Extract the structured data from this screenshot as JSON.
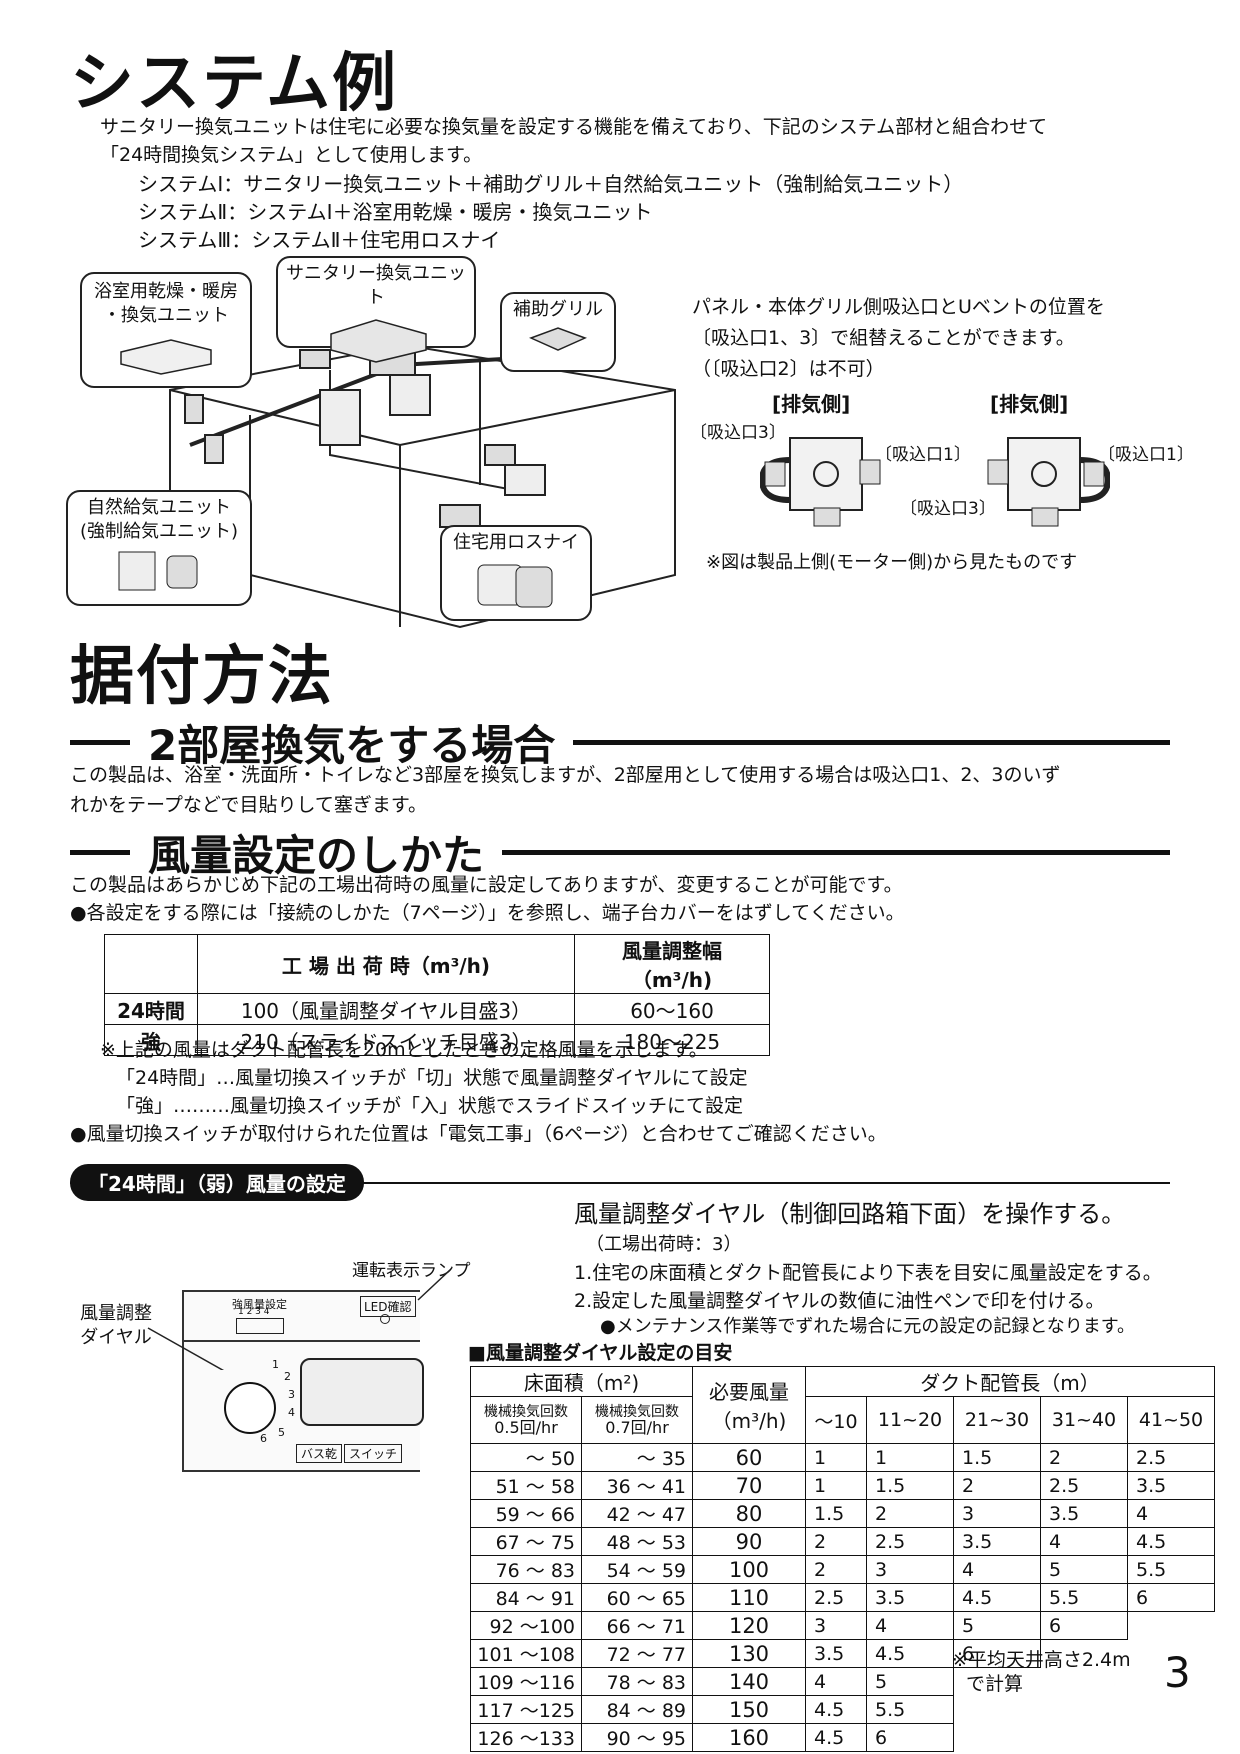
{
  "system_example": {
    "title": "システム例",
    "intro_line1": "サニタリー換気ユニットは住宅に必要な換気量を設定する機能を備えており、下記のシステム部材と組合わせて",
    "intro_line2": "「24時間換気システム」として使用します。",
    "systems": [
      "システムⅠ：サニタリー換気ユニット＋補助グリル＋自然給気ユニット（強制給気ユニット）",
      "システムⅡ：システムⅠ＋浴室用乾燥・暖房・換気ユニット",
      "システムⅢ：システムⅡ＋住宅用ロスナイ"
    ],
    "diagram_labels": {
      "bath_unit_line1": "浴室用乾燥・暖房",
      "bath_unit_line2": "・換気ユニット",
      "sanitary_unit": "サニタリー換気ユニット",
      "aux_grill": "補助グリル",
      "natural_supply_line1": "自然給気ユニット",
      "natural_supply_line2": "(強制給気ユニット)",
      "lossnay": "住宅用ロスナイ"
    },
    "panel_note_line1": "パネル・本体グリル側吸込口とUベントの位置を",
    "panel_note_line2": "〔吸込口1、3〕で組替えることができます。",
    "panel_note_line3": "（〔吸込口2〕は不可）",
    "exhaust_side": "[排気側]",
    "inlet1": "〔吸込口1〕",
    "inlet3": "〔吸込口3〕",
    "view_note": "※図は製品上側(モーター側)から見たものです"
  },
  "installation": {
    "title": "据付方法",
    "two_room_heading": "2部屋換気をする場合",
    "two_room_line1": "この製品は、浴室・洗面所・トイレなど3部屋を換気しますが、2部屋用として使用する場合は吸込口1、2、3のいず",
    "two_room_line2": "れかをテープなどで目貼りして塞ぎます。",
    "airflow_heading": "風量設定のしかた",
    "airflow_line1": "この製品はあらかじめ下記の工場出荷時の風量に設定してありますが、変更することが可能です。",
    "airflow_line2": "●各設定をする際には「接続のしかた（7ページ）」を参照し、端子台カバーをはずしてください。"
  },
  "factory_table": {
    "headers": [
      "",
      "工 場 出 荷 時（m³/h)",
      "風量調整幅（m³/h)"
    ],
    "rows": [
      [
        "24時間",
        "100（風量調整ダイヤル目盛3）",
        "60～160"
      ],
      [
        "強",
        "210（スライドスイッチ目盛3）",
        "180～225"
      ]
    ]
  },
  "notes": [
    "※上記の風量はダクト配管長を20mとしたときの定格風量を示します。",
    "「24時間」…風量切換スイッチが「切」状態で風量調整ダイヤルにて設定",
    "「強」………風量切換スイッチが「入」状態でスライドスイッチにて設定",
    "●風量切換スイッチが取付けられた位置は「電気工事」（6ページ）と合わせてご確認ください。"
  ],
  "setting24": {
    "pill": "「24時間」（弱）風量の設定",
    "instruction": "風量調整ダイヤル（制御回路箱下面）を操作する。",
    "factory": "（工場出荷時：3）",
    "step1": "1.住宅の床面積とダクト配管長により下表を目安に風量設定をする。",
    "step2": "2.設定した風量調整ダイヤルの数値に油性ペンで印を付ける。",
    "step2_note": "●メンテナンス作業等でずれた場合に元の設定の記録となります。",
    "table_title": "■風量調整ダイヤル設定の目安",
    "lamp_label": "運転表示ランプ",
    "dial_label_line1": "風量調整",
    "dial_label_line2": "ダイヤル",
    "panel_small_label": "強風量設定",
    "panel_small_digits": "1 2 3 4",
    "led_label": "LED確認",
    "dial_numbers": [
      "1",
      "2",
      "3",
      "4",
      "5",
      "6"
    ],
    "terminal_labels": [
      "バス乾",
      "スイッチ"
    ]
  },
  "dial_table": {
    "floor_area": "床面積（m²)",
    "col_05": "機械換気回数",
    "col_05b": "0.5回/hr",
    "col_07": "機械換気回数",
    "col_07b": "0.7回/hr",
    "required": "必要風量",
    "required_unit": "（m³/h)",
    "duct": "ダクト配管長（m）",
    "duct_cols": [
      "～10",
      "11~20",
      "21~30",
      "31~40",
      "41~50"
    ],
    "rows": [
      {
        "a": "～ 50",
        "b": "～ 35",
        "q": "60",
        "v": [
          "1",
          "1",
          "1.5",
          "2",
          "2.5"
        ]
      },
      {
        "a": "51 ～ 58",
        "b": "36 ～ 41",
        "q": "70",
        "v": [
          "1",
          "1.5",
          "2",
          "2.5",
          "3.5"
        ]
      },
      {
        "a": "59 ～ 66",
        "b": "42 ～ 47",
        "q": "80",
        "v": [
          "1.5",
          "2",
          "3",
          "3.5",
          "4"
        ]
      },
      {
        "a": "67 ～ 75",
        "b": "48 ～ 53",
        "q": "90",
        "v": [
          "2",
          "2.5",
          "3.5",
          "4",
          "4.5"
        ]
      },
      {
        "a": "76 ～ 83",
        "b": "54 ～ 59",
        "q": "100",
        "v": [
          "2",
          "3",
          "4",
          "5",
          "5.5"
        ]
      },
      {
        "a": "84 ～ 91",
        "b": "60 ～ 65",
        "q": "110",
        "v": [
          "2.5",
          "3.5",
          "4.5",
          "5.5",
          "6"
        ]
      },
      {
        "a": "92 ～100",
        "b": "66 ～ 71",
        "q": "120",
        "v": [
          "3",
          "4",
          "5",
          "6"
        ]
      },
      {
        "a": "101 ～108",
        "b": "72 ～ 77",
        "q": "130",
        "v": [
          "3.5",
          "4.5",
          "6"
        ]
      },
      {
        "a": "109 ～116",
        "b": "78 ～ 83",
        "q": "140",
        "v": [
          "4",
          "5"
        ]
      },
      {
        "a": "117 ～125",
        "b": "84 ～ 89",
        "q": "150",
        "v": [
          "4.5",
          "5.5"
        ]
      },
      {
        "a": "126 ～133",
        "b": "90 ～ 95",
        "q": "160",
        "v": [
          "4.5",
          "6"
        ]
      }
    ],
    "footnote_line1": "※平均天井高さ2.4m",
    "footnote_line2": "で計算"
  },
  "page_number": "3"
}
